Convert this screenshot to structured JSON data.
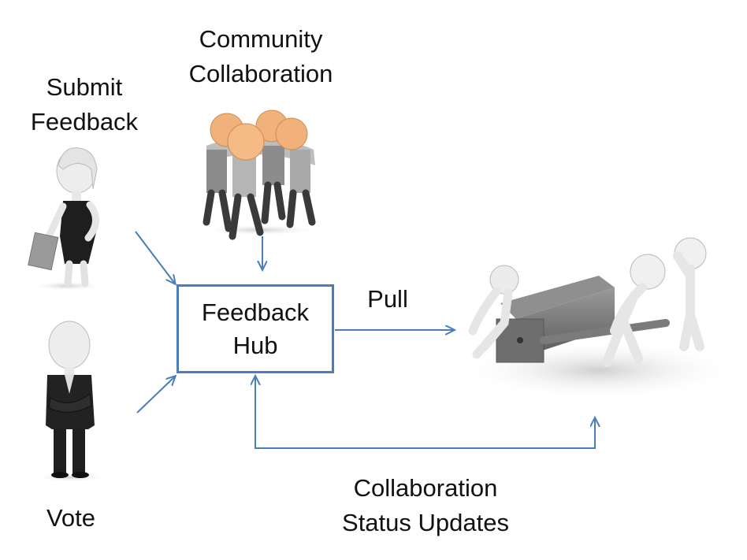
{
  "labels": {
    "submit_line1": "Submit",
    "submit_line2": "Feedback",
    "community_line1": "Community",
    "community_line2": "Collaboration",
    "hub_line1": "Feedback",
    "hub_line2": "Hub",
    "pull": "Pull",
    "vote": "Vote",
    "status_line1": "Collaboration",
    "status_line2": "Status Updates"
  },
  "colors": {
    "arrow": "#4a7ebb",
    "hub_border": "#4a7ebb",
    "figure": "#e8e8e8",
    "figure_heads": "#f0b27a"
  },
  "figures": [
    {
      "name": "businesswoman-with-briefcase",
      "role": "submitter"
    },
    {
      "name": "businessman-arms-crossed",
      "role": "voter"
    },
    {
      "name": "team-huddle",
      "role": "community"
    },
    {
      "name": "figures-pulling-cart",
      "role": "development"
    }
  ]
}
